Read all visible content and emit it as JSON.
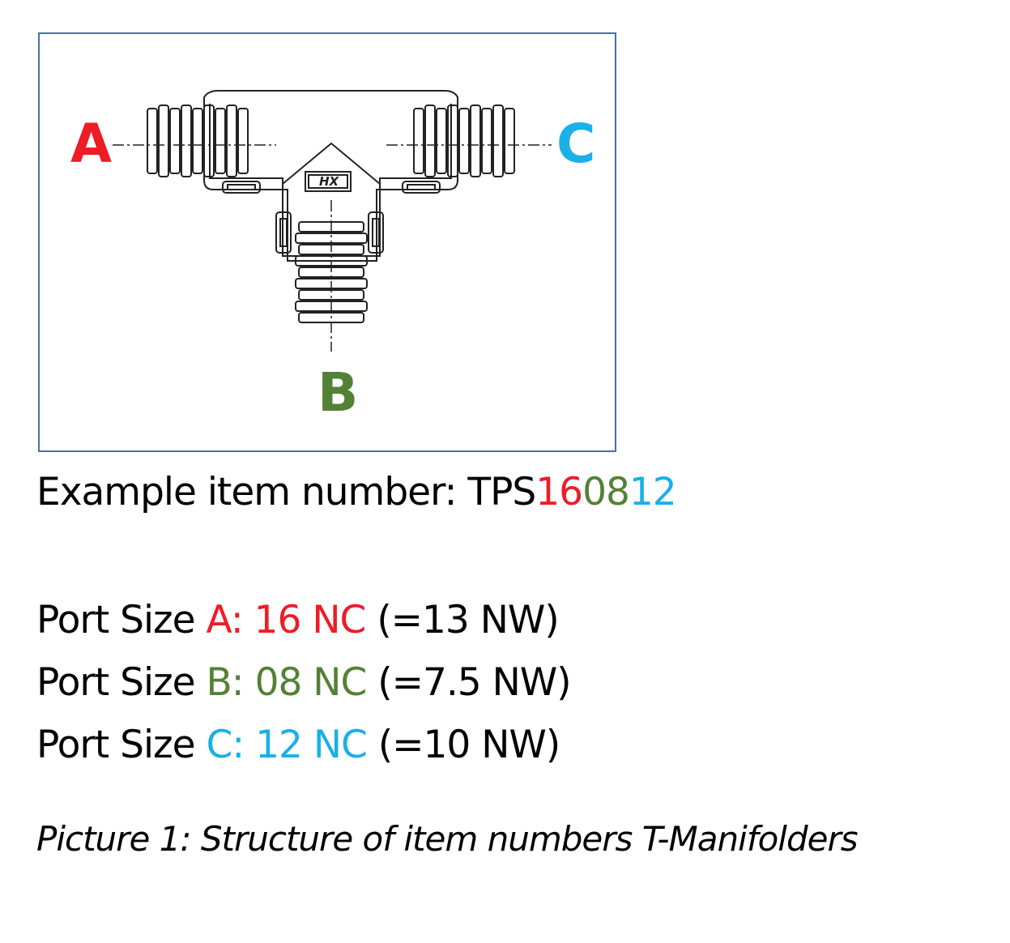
{
  "diagram": {
    "logo_text": "HX",
    "ports": {
      "a": {
        "letter": "A",
        "color": "#ee1c25"
      },
      "b": {
        "letter": "B",
        "color": "#538135"
      },
      "c": {
        "letter": "C",
        "color": "#1ab0e8"
      }
    },
    "frame_color": "#4a6fa5"
  },
  "example": {
    "label": "Example item number: ",
    "prefix": "TPS",
    "code_a": "16",
    "code_b": "08",
    "code_c": "12"
  },
  "port_sizes": [
    {
      "label": "Port Size ",
      "port": "A: 16 NC",
      "equivalent": " (=13 NW)",
      "color": "#ee1c25"
    },
    {
      "label": "Port Size ",
      "port": "B: 08 NC",
      "equivalent": " (=7.5 NW)",
      "color": "#538135"
    },
    {
      "label": "Port Size ",
      "port": "C: 12 NC",
      "equivalent": " (=10 NW)",
      "color": "#1ab0e8"
    }
  ],
  "caption": "Picture 1: Structure of item numbers T-Manifolders"
}
